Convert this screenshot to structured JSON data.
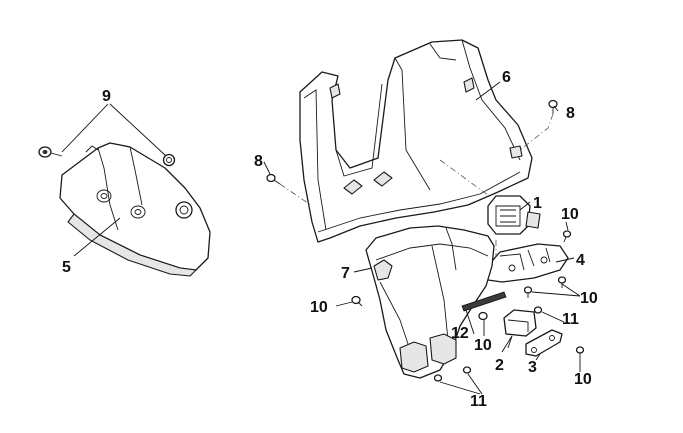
{
  "callouts": {
    "c1": "1",
    "c2": "2",
    "c3": "3",
    "c4": "4",
    "c5": "5",
    "c6": "6",
    "c7": "7",
    "c8a": "8",
    "c8b": "8",
    "c9": "9",
    "c10a": "10",
    "c10b": "10",
    "c10c": "10",
    "c10d": "10",
    "c10e": "10",
    "c11a": "11",
    "c11b": "11",
    "c12": "12"
  }
}
